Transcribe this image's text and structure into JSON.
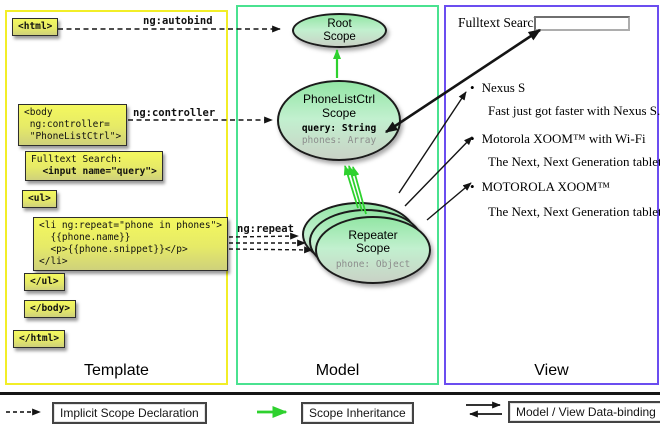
{
  "panels": {
    "template": {
      "title": "Template"
    },
    "model": {
      "title": "Model"
    },
    "view": {
      "title": "View"
    }
  },
  "template_code": {
    "html_open": "<html>",
    "body_open_l1": "<body",
    "body_open_l2": " ng:controller=",
    "body_open_l3": " \"PhoneListCtrl\">",
    "fulltext_l1": "Fulltext Search:",
    "fulltext_l2": "  <input name=\"query\">",
    "ul_open": "<ul>",
    "li_l1": "<li ng:repeat=\"phone in phones\">",
    "li_l2": "  {{phone.name}}",
    "li_l3": "  <p>{{phone.snippet}}</p>",
    "li_l4": "</li>",
    "ul_close": "</ul>",
    "body_close": "</body>",
    "html_close": "</html>"
  },
  "arrow_labels": {
    "autobind": "ng:autobind",
    "controller": "ng:controller",
    "repeat": "ng:repeat"
  },
  "model_scopes": {
    "root": {
      "line1": "Root",
      "line2": "Scope"
    },
    "phonelist": {
      "line1": "PhoneListCtrl",
      "line2": "Scope",
      "prop1": "query: String",
      "prop2": "phones: Array"
    },
    "repeater": {
      "line1": "Repeater",
      "line2": "Scope",
      "prop1": "phone: Object"
    }
  },
  "view": {
    "search_label": "Fulltext Search:",
    "search_value": "",
    "bullet": "•",
    "items": [
      {
        "title": "Nexus S",
        "desc": "Fast just got faster with Nexus S."
      },
      {
        "title": "Motorola XOOM™ with Wi-Fi",
        "desc": "The Next, Next Generation tablet."
      },
      {
        "title": "MOTOROLA XOOM™",
        "desc": "The Next, Next Generation tablet."
      }
    ]
  },
  "legend": {
    "implicit": "Implicit Scope Declaration",
    "inheritance": "Scope Inheritance",
    "binding": "Model / View Data-binding"
  },
  "colors": {
    "template_border": "#f2ee27",
    "model_border": "#4ae290",
    "view_border": "#6b4df0",
    "inheritance_green": "#2ed12e",
    "arrow_black": "#141414",
    "codebox_yellow_top": "#f4f85e",
    "codebox_yellow_bottom": "#cfd17b",
    "scope_fill_top": "#93e6a5",
    "scope_fill_bottom": "#c9d2c6"
  }
}
